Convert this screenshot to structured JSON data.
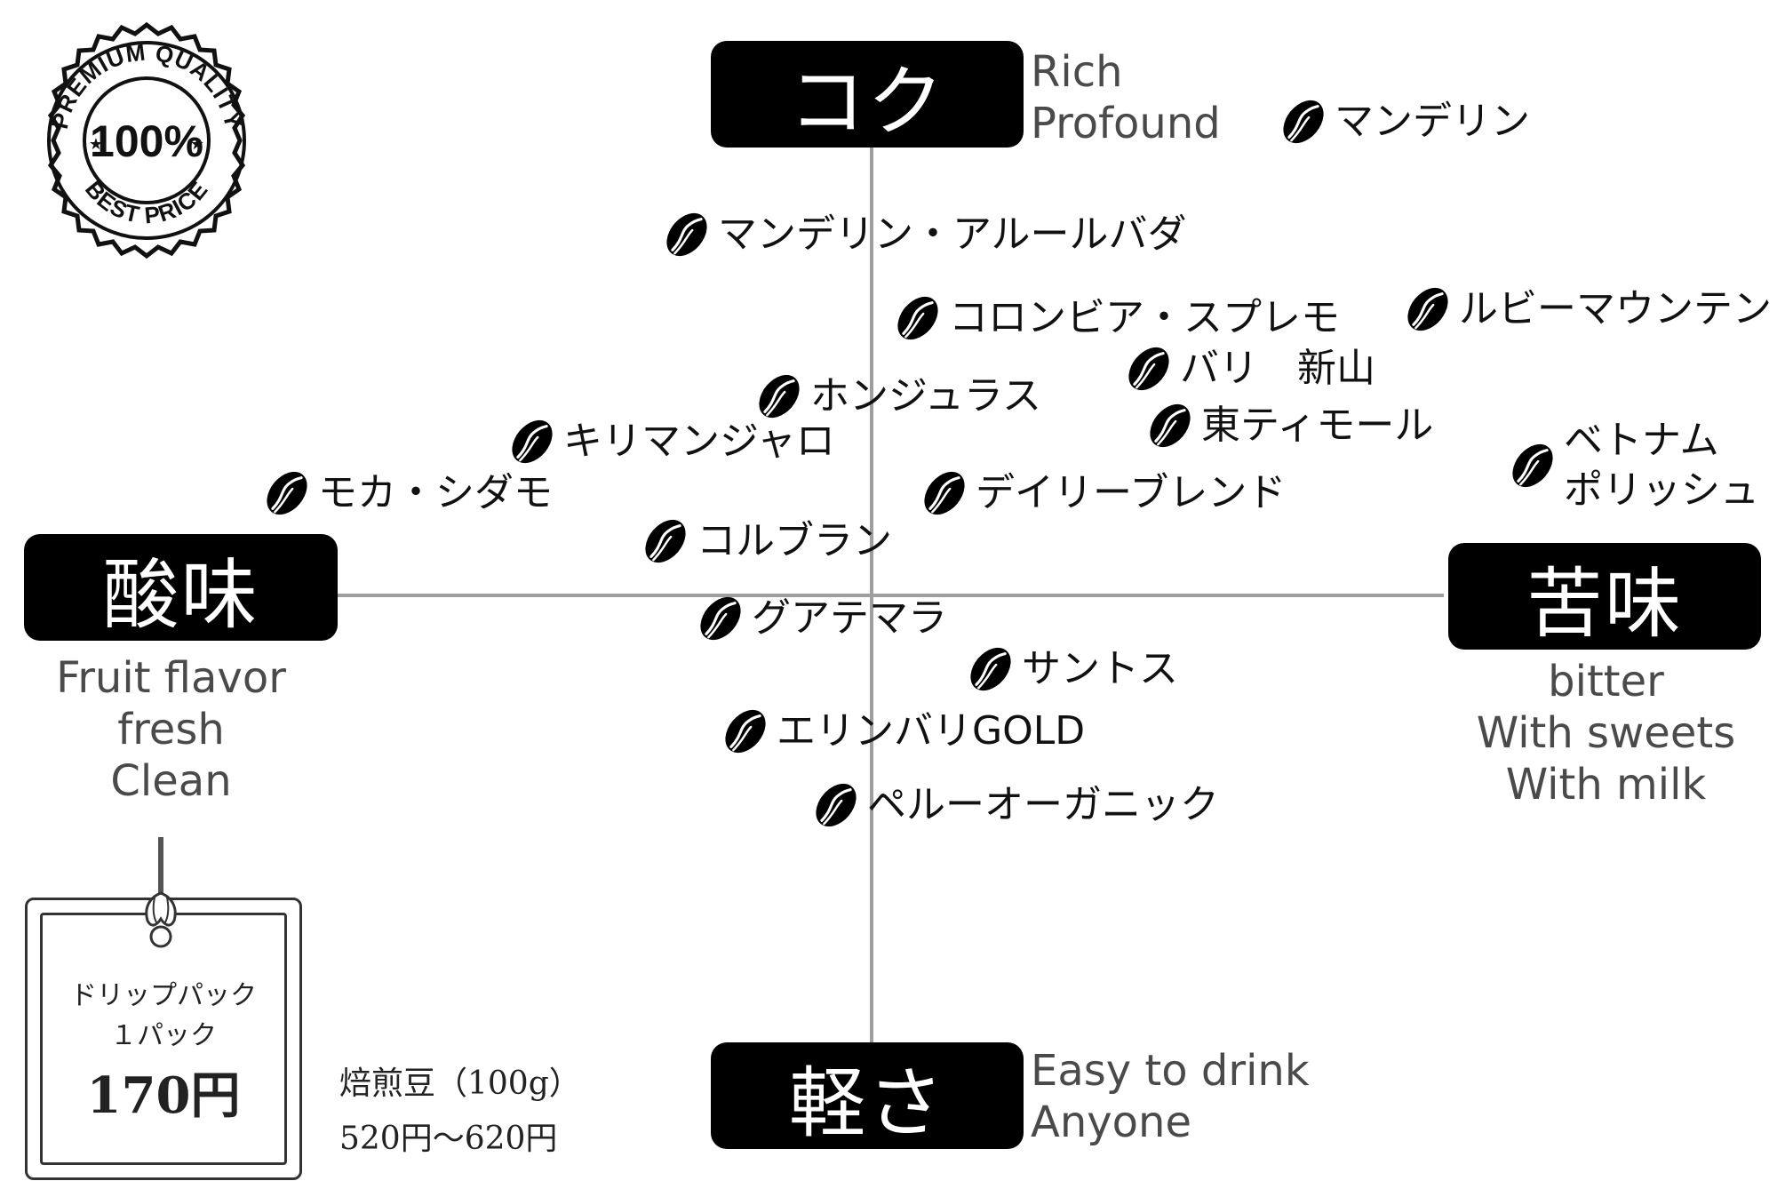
{
  "axes": {
    "top": "コク",
    "bottom": "軽さ",
    "left": "酸味",
    "right": "苦味"
  },
  "notes": {
    "top": [
      "Rich",
      "Profound"
    ],
    "bottom": [
      "Easy to drink",
      "Anyone"
    ],
    "left": [
      "Fruit flavor",
      "fresh",
      "Clean"
    ],
    "right": [
      "bitter",
      "With sweets",
      "With milk"
    ]
  },
  "seal": {
    "top_text": "PREMIUM QUALITY",
    "center_text": "100%",
    "bottom_text": "BEST PRICE"
  },
  "coffees": [
    {
      "name": "マンデリン"
    },
    {
      "name": "マンデリン・アルールバダ"
    },
    {
      "name": "コロンビア・スプレモ"
    },
    {
      "name": "ルビーマウンテン"
    },
    {
      "name": "バリ　新山"
    },
    {
      "name": "ホンジュラス"
    },
    {
      "name": "東ティモール"
    },
    {
      "name": "キリマンジャロ"
    },
    {
      "name": "ベトナム"
    },
    {
      "name": "ポリッシュ"
    },
    {
      "name": "モカ・シダモ"
    },
    {
      "name": "デイリーブレンド"
    },
    {
      "name": "コルブラン"
    },
    {
      "name": "グアテマラ"
    },
    {
      "name": "サントス"
    },
    {
      "name": "エリンバリGOLD"
    },
    {
      "name": "ペルーオーガニック"
    }
  ],
  "price_tag": {
    "line1": "ドリップパック",
    "line2": "１パック",
    "price": "170円"
  },
  "beans_price": {
    "line1": "焙煎豆（100g）",
    "line2": "520円〜620円"
  },
  "icons": {
    "coffee_bean": "coffee-bean-icon",
    "seal": "quality-seal-icon",
    "tag": "price-tag"
  }
}
